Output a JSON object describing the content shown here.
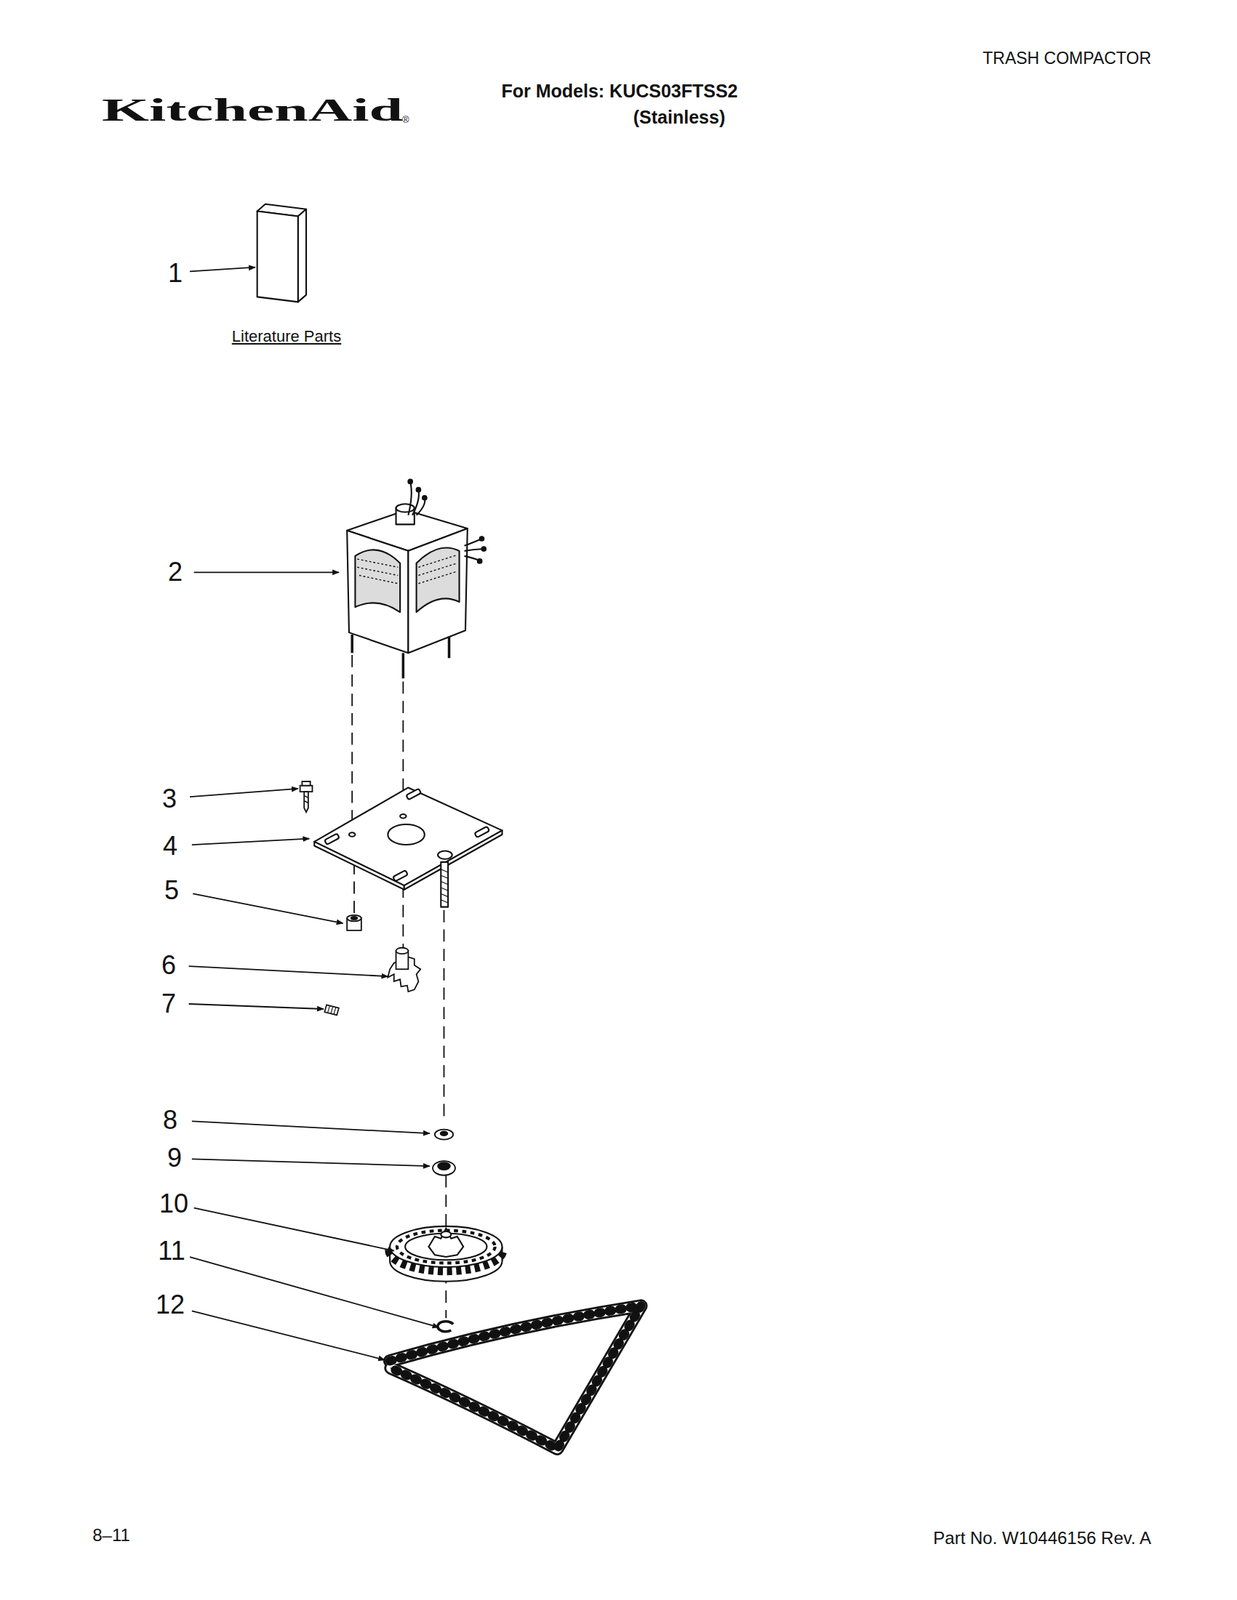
{
  "diagram": {
    "labels": [
      "TRASH COMPACTOR",
      "KitchenAid",
      "®",
      "For Models: KUCS03FTSS2",
      "(Stainless)",
      "1",
      "Literature Parts",
      "2",
      "3",
      "4",
      "5",
      "6",
      "7",
      "8",
      "9",
      "10",
      "11",
      "12",
      "8–11",
      "Part No. W10446156 Rev. A"
    ]
  }
}
